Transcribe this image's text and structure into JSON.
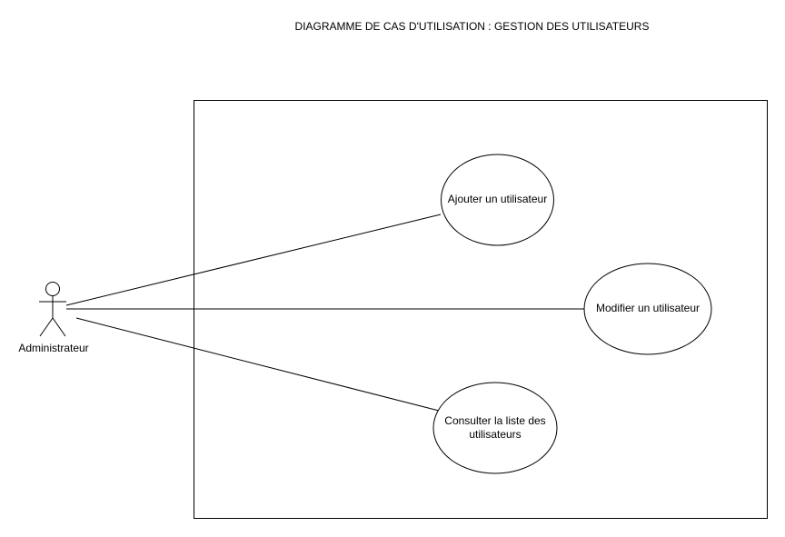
{
  "diagram": {
    "title": "DIAGRAMME DE CAS D'UTILISATION : GESTION DES UTILISATEURS",
    "actor": {
      "name": "Administrateur",
      "icon": "stick-figure-icon"
    },
    "use_cases": [
      {
        "id": "add",
        "label": "Ajouter un utilisateur"
      },
      {
        "id": "edit",
        "label": "Modifier un utilisateur"
      },
      {
        "id": "list",
        "label": "Consulter la liste des utilisateurs"
      }
    ],
    "colors": {
      "stroke": "#000000",
      "fill": "#ffffff"
    }
  }
}
